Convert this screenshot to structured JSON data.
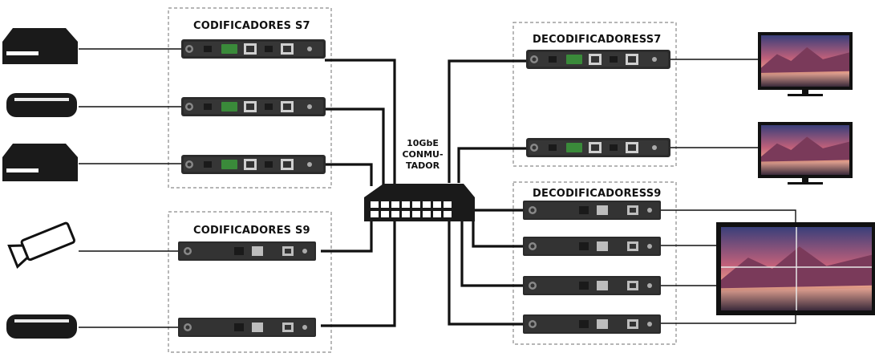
{
  "groups": {
    "enc_s7_title": "CODIFICADORES S7",
    "enc_s9_title": "CODIFICADORES S9",
    "dec_s7_title": "DECODIFICADORESS7",
    "dec_s9_title": "DECODIFICADORESS9"
  },
  "switch": {
    "line1": "10GbE",
    "line2": "CONMU-",
    "line3": "TADOR"
  },
  "colors": {
    "line": "#111111",
    "device": "#2b2b2b",
    "dash": "#8a8a8a"
  }
}
